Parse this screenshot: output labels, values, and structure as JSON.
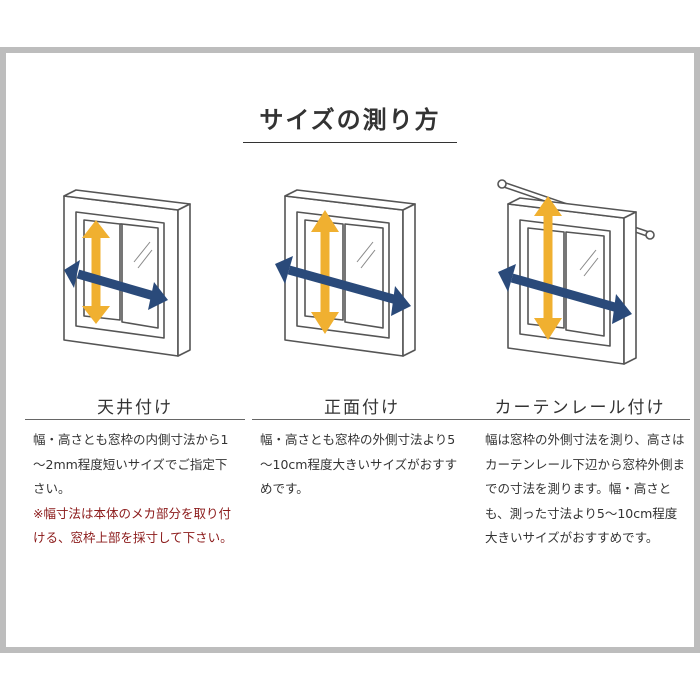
{
  "title": "サイズの測り方",
  "colors": {
    "frame_border": "#bdbdbd",
    "width_arrow": "#2a4a7a",
    "height_arrow": "#f0b030",
    "note_text": "#8b1a1a"
  },
  "columns": [
    {
      "heading": "天井付け",
      "desc": "幅・高さとも窓枠の内側寸法から1～2mm程度短いサイズでご指定下さい。",
      "note": "※幅寸法は本体のメカ部分を取り付ける、窓枠上部を採寸して下さい。"
    },
    {
      "heading": "正面付け",
      "desc": "幅・高さとも窓枠の外側寸法より5～10cm程度大きいサイズがおすすめです。",
      "note": ""
    },
    {
      "heading": "カーテンレール付け",
      "desc": "幅は窓枠の外側寸法を測り、高さはカーテンレール下辺から窓枠外側までの寸法を測ります。幅・高さとも、測った寸法より5～10cm程度大きいサイズがおすすめです。",
      "note": ""
    }
  ]
}
